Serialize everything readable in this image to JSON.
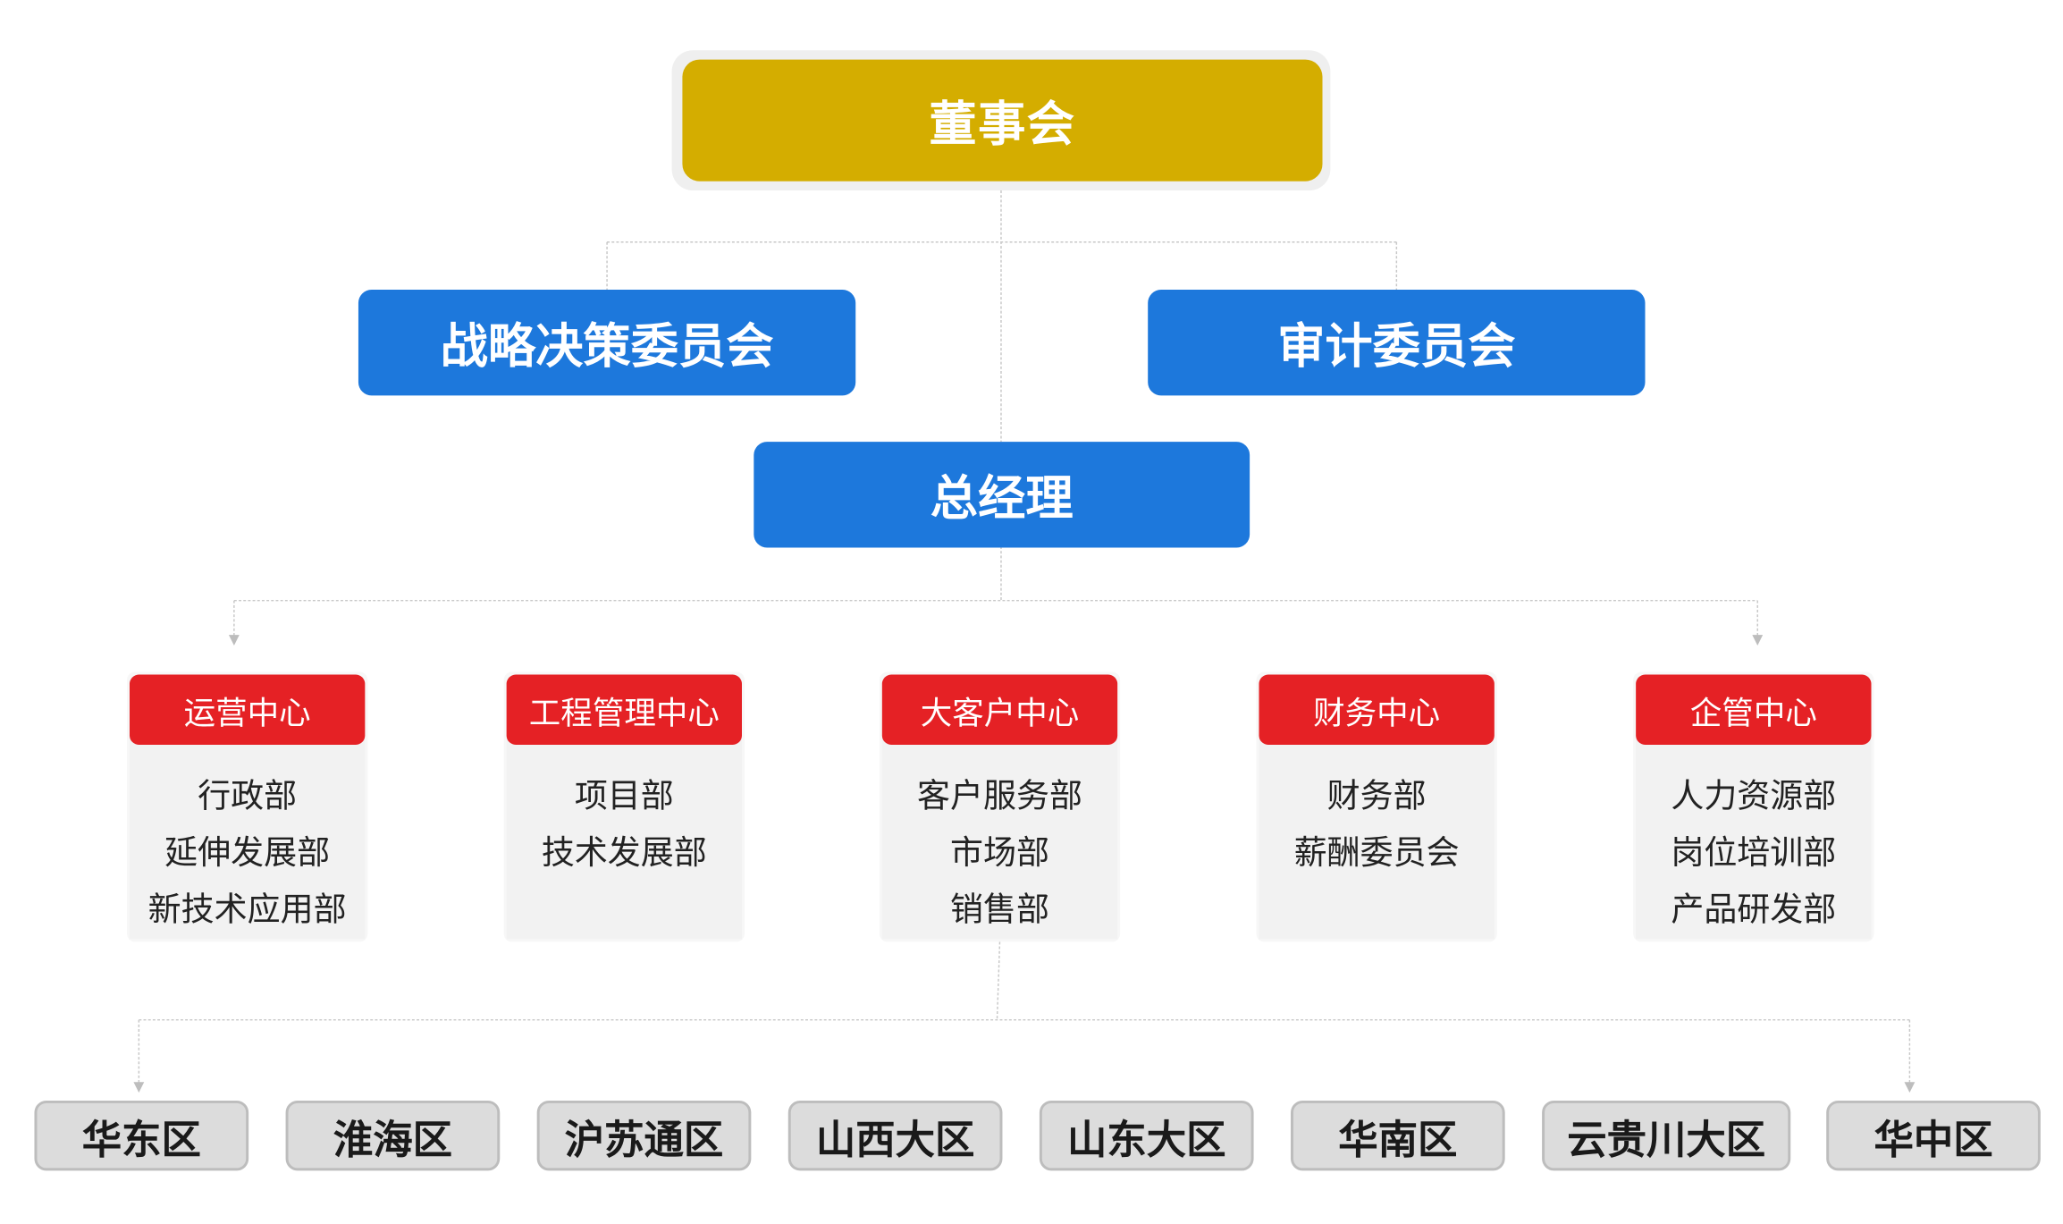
{
  "board": {
    "label": "董事会"
  },
  "committees": [
    {
      "label": "战略决策委员会"
    },
    {
      "label": "审计委员会"
    }
  ],
  "gm": {
    "label": "总经理"
  },
  "centers": [
    {
      "title": "运营中心",
      "departments": [
        "行政部",
        "延伸发展部",
        "新技术应用部"
      ]
    },
    {
      "title": "工程管理中心",
      "departments": [
        "项目部",
        "技术发展部"
      ]
    },
    {
      "title": "大客户中心",
      "departments": [
        "客户服务部",
        "市场部",
        "销售部"
      ]
    },
    {
      "title": "财务中心",
      "departments": [
        "财务部",
        "薪酬委员会"
      ]
    },
    {
      "title": "企管中心",
      "departments": [
        "人力资源部",
        "岗位培训部",
        "产品研发部"
      ]
    }
  ],
  "regions": [
    {
      "label": "华东区"
    },
    {
      "label": "淮海区"
    },
    {
      "label": "沪苏通区"
    },
    {
      "label": "山西大区"
    },
    {
      "label": "山东大区"
    },
    {
      "label": "华南区"
    },
    {
      "label": "云贵川大区"
    },
    {
      "label": "华中区"
    }
  ],
  "colors": {
    "board": "#d4ad00",
    "committee": "#1d78dc",
    "center_header": "#e52125",
    "center_body": "#f2f2f2",
    "region": "#dcdcdc",
    "connector": "#c8c8c8"
  }
}
